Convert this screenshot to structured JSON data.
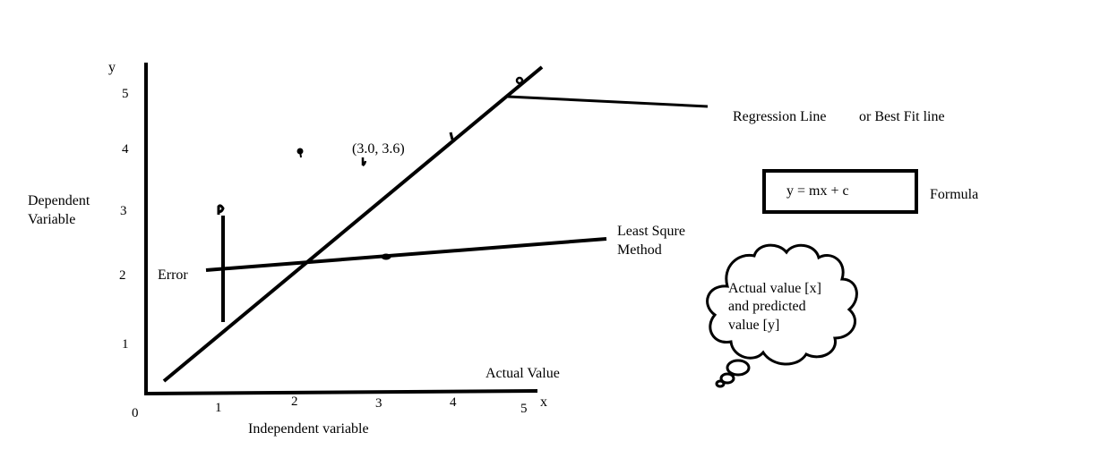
{
  "axes": {
    "y_symbol": "y",
    "x_symbol": "x",
    "origin": "0",
    "y_ticks": [
      "1",
      "2",
      "3",
      "4",
      "5"
    ],
    "x_ticks": [
      "1",
      "2",
      "3",
      "4",
      "5"
    ],
    "y_label_line1": "Dependent",
    "y_label_line2": "Variable",
    "x_label": "Independent variable"
  },
  "annotations": {
    "point_label": "(3.0, 3.6)",
    "regression_label": "Regression Line",
    "best_fit_label": "or Best Fit line",
    "formula": "y = mx + c",
    "formula_caption": "Formula",
    "least_square_line1": "Least Squre",
    "least_square_line2": "Method",
    "error_label": "Error",
    "actual_value_label": "Actual Value",
    "cloud_line1": "Actual value [x]",
    "cloud_line2": "and predicted",
    "cloud_line3": "value [y]"
  },
  "colors": {
    "ink": "#000000",
    "background": "#ffffff"
  }
}
